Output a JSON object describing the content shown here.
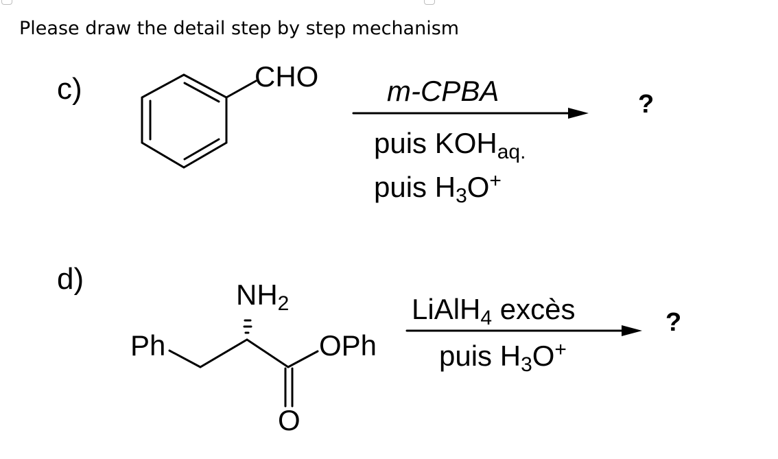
{
  "instruction": "Please draw the detail step by step mechanism",
  "problem_c": {
    "label": "c)",
    "substituent": "CHO",
    "reagent_top": "m-CPBA",
    "reagent_line2_main": "puis KOH",
    "reagent_line2_sub": "aq.",
    "reagent_line3_main": "puis H",
    "reagent_line3_sub": "3",
    "reagent_line3_tail": "O",
    "reagent_line3_sup": "+",
    "product": "?"
  },
  "problem_d": {
    "label": "d)",
    "group_left": "Ph",
    "amine_main": "NH",
    "amine_sub": "2",
    "ester_group": "OPh",
    "carbonyl_o": "O",
    "reagent_top_main": "LiAlH",
    "reagent_top_sub": "4",
    "reagent_top_tail": " excès",
    "reagent_bottom_main": "puis H",
    "reagent_bottom_sub": "3",
    "reagent_bottom_tail": "O",
    "reagent_bottom_sup": "+",
    "product": "?"
  }
}
